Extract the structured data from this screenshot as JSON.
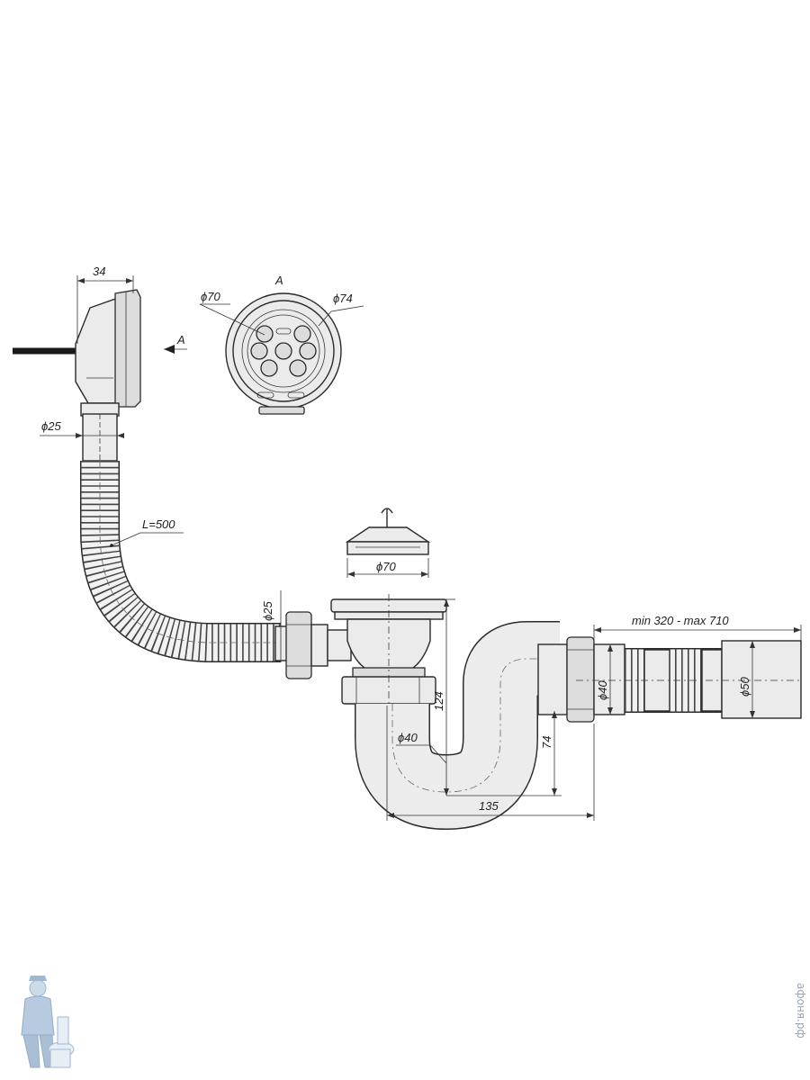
{
  "labels": {
    "dim_34": "34",
    "view_a_title": "A",
    "view_a_arrow": "A",
    "dia_70_top": "ϕ70",
    "dia_74": "ϕ74",
    "dia_25_left": "ϕ25",
    "hose_length": "L=500",
    "dia_25_mid": "ϕ25",
    "dia_70_plug": "ϕ70",
    "dim_124": "124",
    "dim_74": "74",
    "dia_40_trap": "ϕ40",
    "dia_40_outlet": "ϕ40",
    "dia_50": "ϕ50",
    "length_range": "min 320 - max 710",
    "dim_135": "135"
  },
  "watermark": {
    "text": "афоня.рф",
    "color": "#9aa5b1"
  }
}
